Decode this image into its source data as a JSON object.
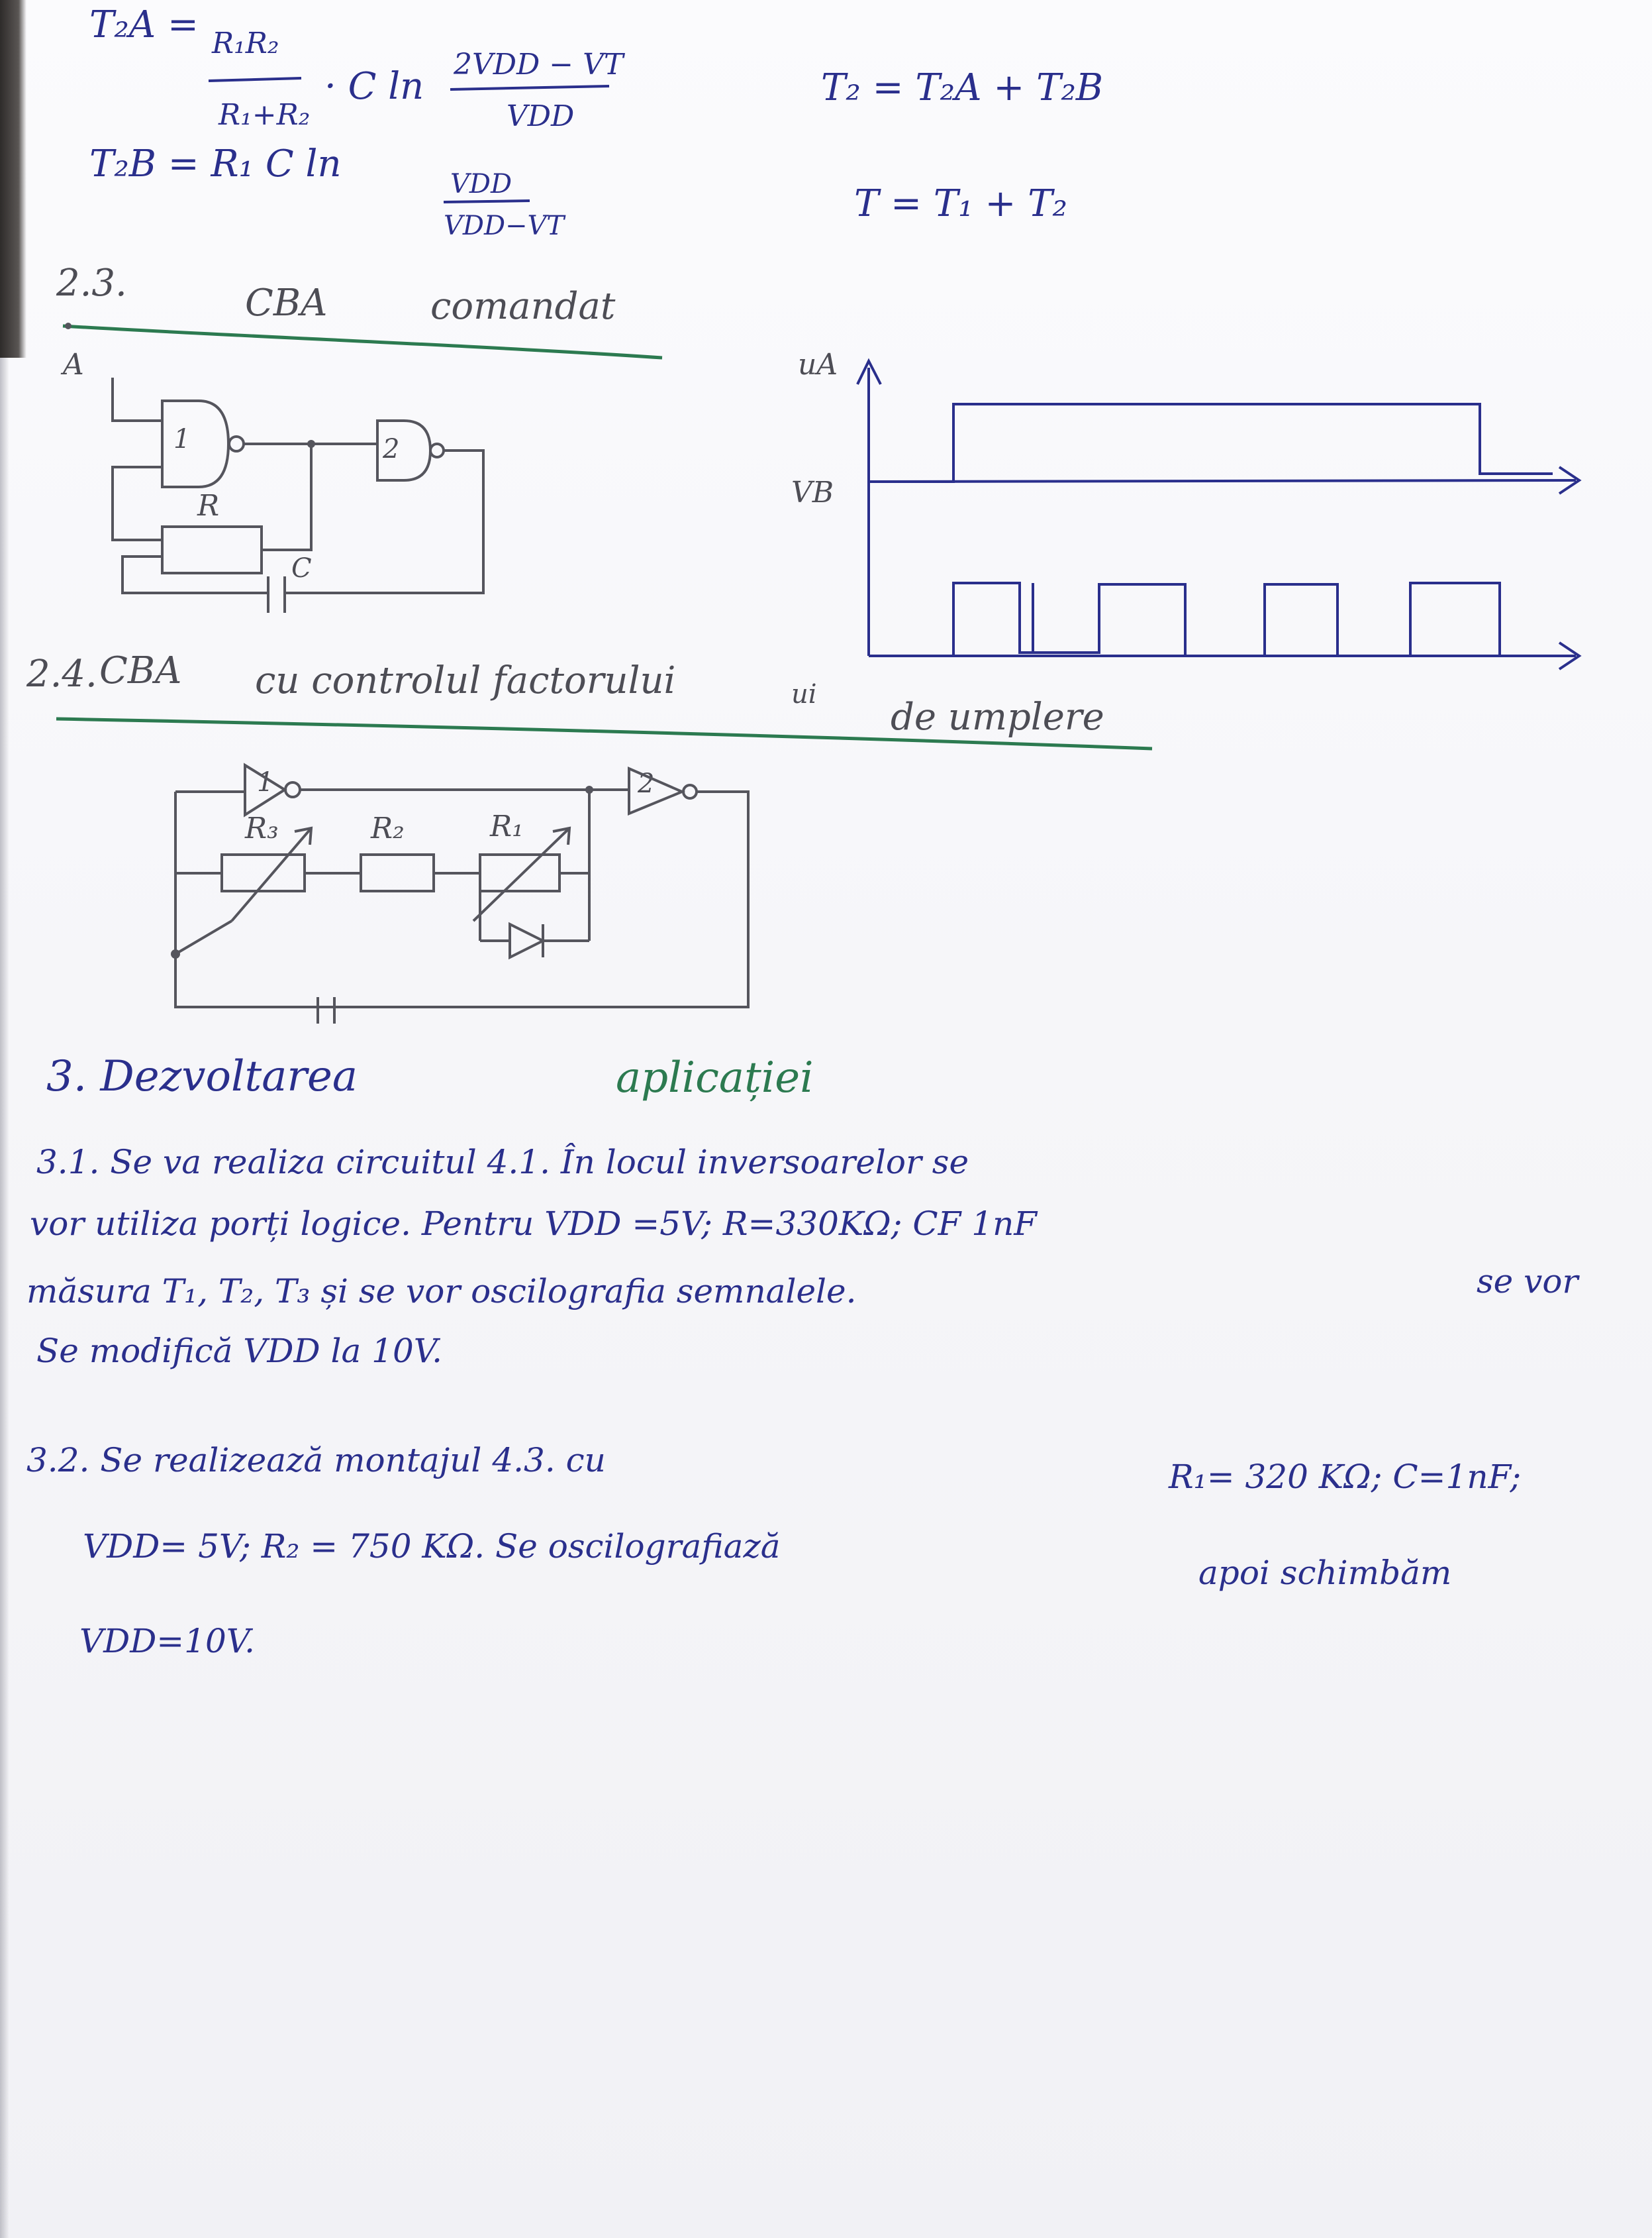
{
  "formulas": {
    "t2a_lhs": "T₂A =",
    "t2a_num": "R₁R₂",
    "t2a_den": "R₁+R₂",
    "t2a_rest": "· C ln",
    "t2a_ln_num": "2VDD − VT",
    "t2a_ln_den": "VDD",
    "t2_sum": "T₂ = T₂A + T₂B",
    "t2b_lhs": "T₂B = R₁ C ln",
    "t2b_ln_num": "VDD",
    "t2b_ln_den": "VDD−VT",
    "t_sum": "T = T₁ + T₂"
  },
  "section_2_3": {
    "number": "2.3.",
    "title": "CBA",
    "title2": "comandat",
    "input_label": "A",
    "gate1": "1",
    "gate2": "2",
    "resistor": "R",
    "capacitor": "C",
    "wave_top_axis": "uA",
    "wave_vb": "VB"
  },
  "section_2_4": {
    "number": "2.4.",
    "title": "CBA",
    "title_rest": "cu controlul factorului",
    "title_sup": "ui",
    "title_end": "de umplere",
    "gate1": "1",
    "gate2": "2",
    "r3": "R₃",
    "r2": "R₂",
    "r1": "R₁"
  },
  "section_3": {
    "heading": "3. Dezvoltarea",
    "heading2": "aplicației",
    "p31_line1": "3.1. Se va realiza circuitul 4.1. În locul inversoarelor se",
    "p31_line2": "vor utiliza porți logice. Pentru VDD =5V; R=330KΩ; CF 1nF",
    "p31_line2b": "se vor",
    "p31_line3": "măsura T₁, T₂, T₃ și se vor oscilografia semnalele.",
    "p31_line4": "Se modifică VDD la 10V.",
    "p32_line1a": "3.2. Se realizează montajul 4.3. cu",
    "p32_line1b": "R₁= 320 KΩ; C=1nF;",
    "p32_line2a": "VDD= 5V; R₂ = 750 KΩ. Se oscilografiază",
    "p32_line2b": "apoi schimbăm",
    "p32_line3": "VDD=10V."
  },
  "colors": {
    "ink_blue": "#2a2f8c",
    "ink_green": "#2c7a50",
    "pencil": "#4d4d55"
  }
}
